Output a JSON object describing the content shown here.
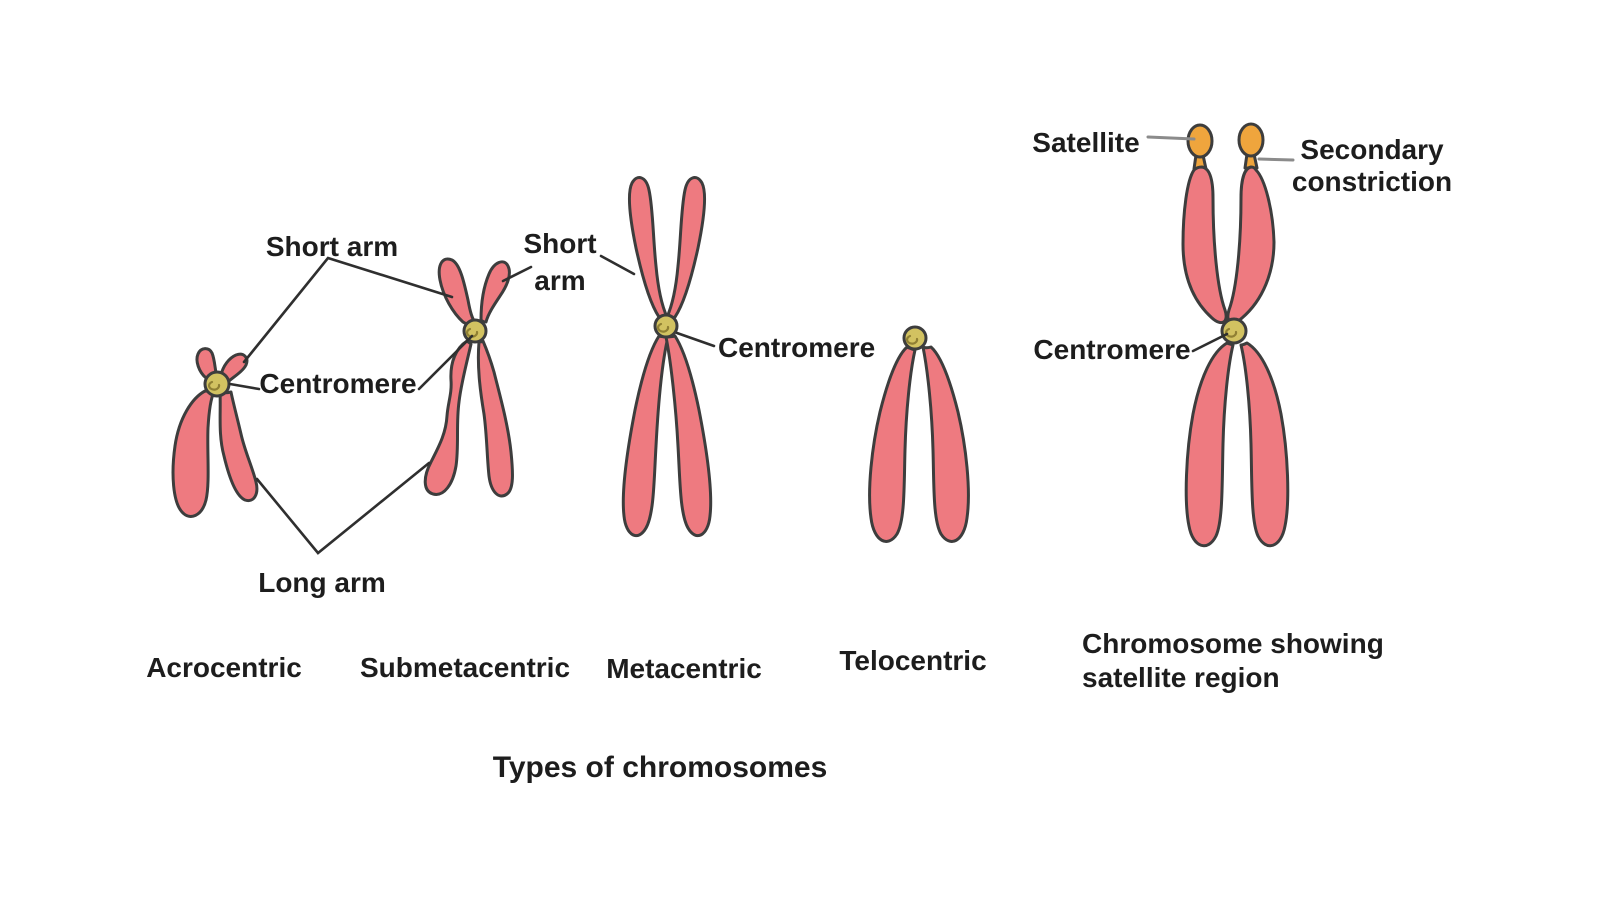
{
  "title": "Types of chromosomes",
  "colors": {
    "background": "#ffffff",
    "chromosome-fill": "#ee7a80",
    "chromosome-outline": "#3d3d3d",
    "centromere-fill": "#d2c261",
    "centromere-mark": "#8f7f33",
    "satellite-fill": "#efa53d",
    "label-text": "#1d1d1d",
    "leader-dark": "#2f2f2f",
    "leader-gray": "#8b8b8b"
  },
  "labels": {
    "short_arm_1": "Short arm",
    "short_arm_2_line1": "Short",
    "short_arm_2_line2": "arm",
    "centromere_1": "Centromere",
    "long_arm": "Long arm",
    "centromere_2": "Centromere",
    "satellite": "Satellite",
    "secondary_constriction_line1": "Secondary",
    "secondary_constriction_line2": "constriction",
    "centromere_3": "Centromere"
  },
  "categories": [
    "Acrocentric",
    "Submetacentric",
    "Metacentric",
    "Telocentric",
    "Chromosome showing satellite region"
  ]
}
